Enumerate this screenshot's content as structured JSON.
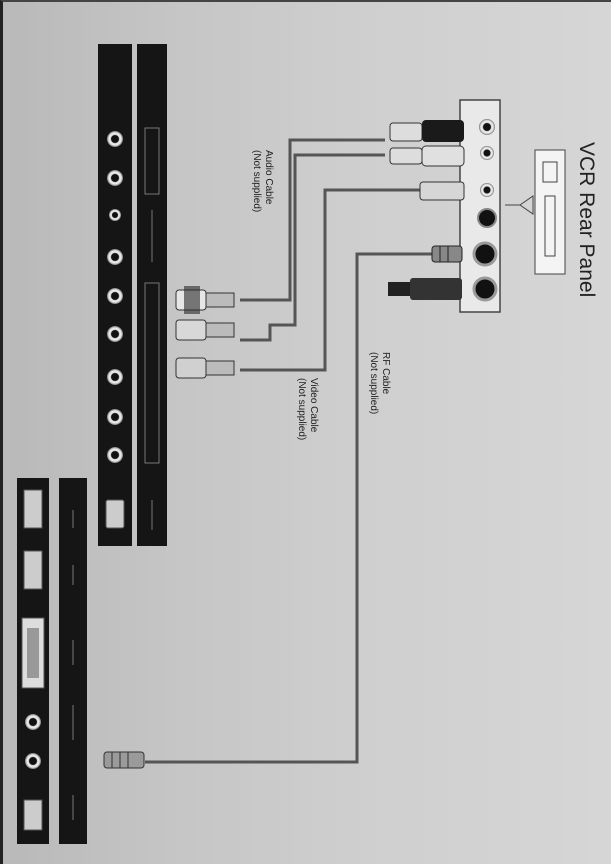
{
  "diagram": {
    "title": "VCR Rear Panel",
    "labels": {
      "audio_cable": "Audio Cable",
      "audio_cable_note": "(Not supplied)",
      "video_cable": "Video Cable",
      "video_cable_note": "(Not supplied)",
      "rf_cable": "RF Cable",
      "rf_cable_note": "(Not supplied)"
    }
  }
}
